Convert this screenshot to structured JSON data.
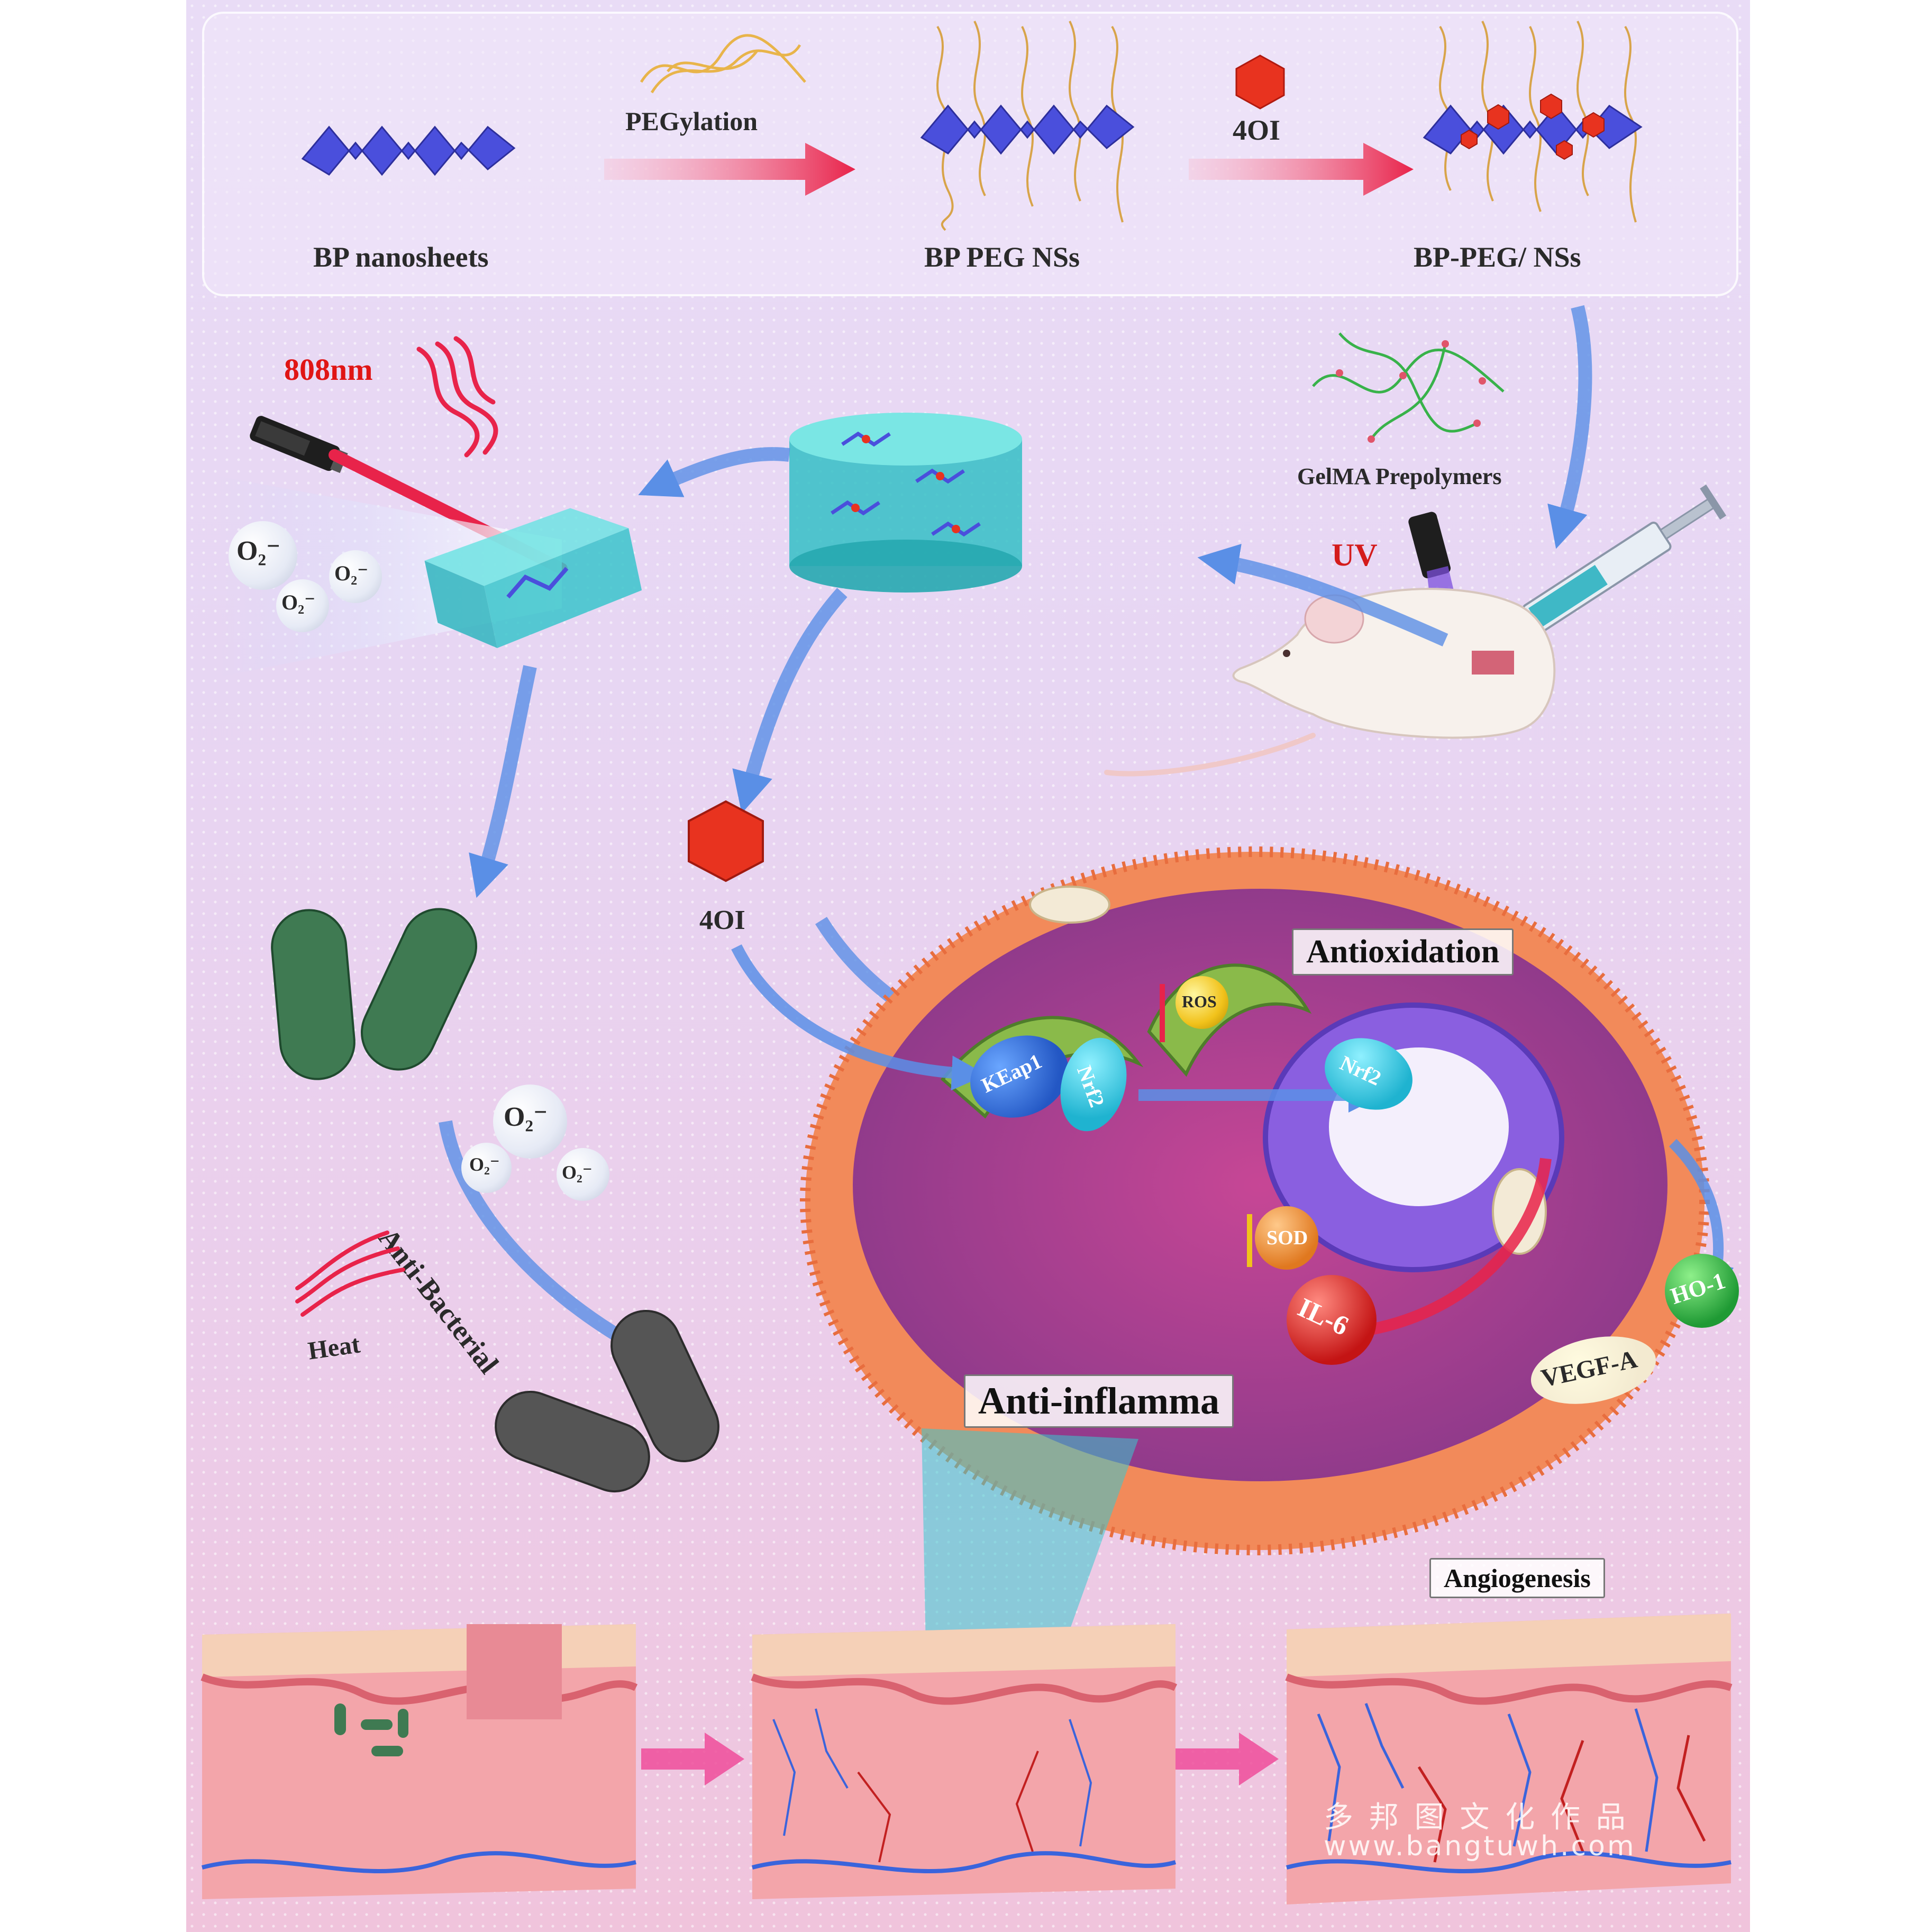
{
  "top_row": {
    "bp_nanosheets": "BP nanosheets",
    "pegylation": "PEGylation",
    "bp_peg_nss": "BP PEG NSs",
    "four_oi": "4OI",
    "bp_peg_4oi_nss": "BP-PEG/ NSs"
  },
  "middle": {
    "laser_wavelength": "808nm",
    "superoxide": "O₂⁻",
    "gelma_prepolymers": "GelMA Prepolymers",
    "uv": "UV",
    "four_oi_release": "4OI"
  },
  "bacteria": {
    "anti_bacterial": "Anti-Bacterial",
    "heat": "Heat"
  },
  "cell": {
    "antioxidation": "Antioxidation",
    "anti_inflamma": "Anti-inflamma",
    "ros": "ROS",
    "keap1": "KEap1",
    "nrf2": "Nrf2",
    "nrf2_nucleus": "Nrf2",
    "sod": "SOD",
    "il6": "IL-6",
    "ho1": "HO-1",
    "vegfa": "VEGF-A"
  },
  "skin": {
    "angiogenesis": "Angiogenesis"
  },
  "watermark": {
    "cn": "多 邦 图 文 化 作 品",
    "url": "www.bangtuwh.com"
  },
  "colors": {
    "arrow_blue": "#5a8fe6",
    "arrow_red": "#e8234a",
    "arrow_pink": "#ee4c9a",
    "bp_blue": "#4a4fdc",
    "four_oi_red": "#e8331f",
    "hydrogel_cyan": "#38c8cf",
    "membrane_orange": "#f28a5a",
    "bacteria_green": "#3f7a52",
    "dead_bacteria_gray": "#555555"
  }
}
